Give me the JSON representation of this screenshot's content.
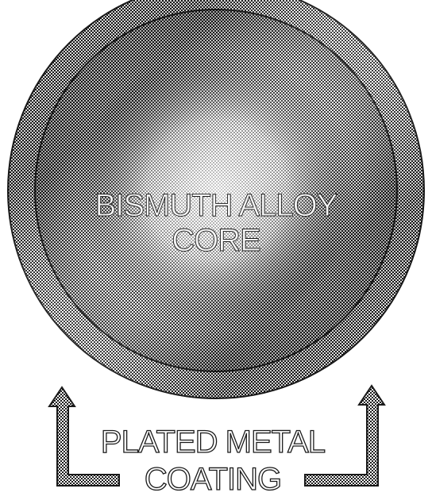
{
  "core": {
    "line1": "BISMUTH ALLOY",
    "line2": "CORE"
  },
  "coating": {
    "line1": "PLATED METAL",
    "line2": "COATING"
  },
  "colors": {
    "ink": "#1a1a1a",
    "pattern_light": "#ffffff"
  }
}
